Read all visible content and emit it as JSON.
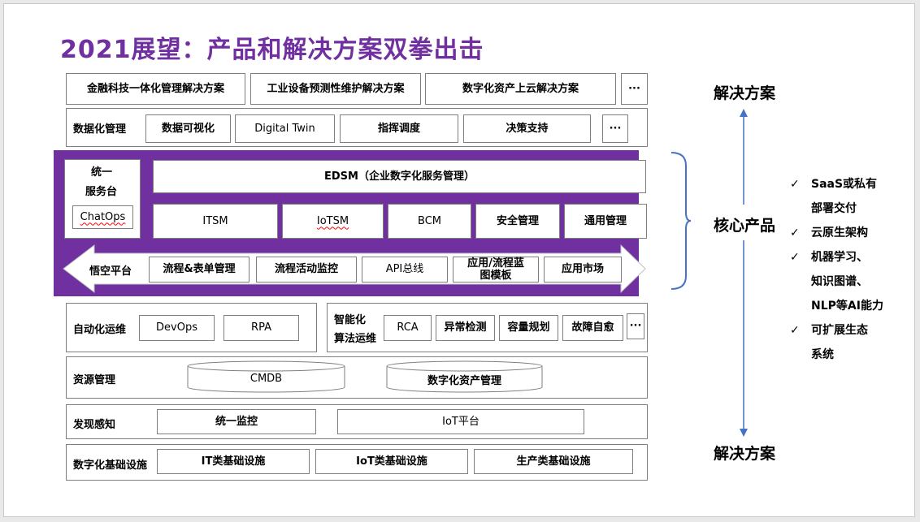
{
  "title": "2021展望：产品和解决方案双拳出击",
  "solutions_row": {
    "items": [
      "金融科技一体化管理解决方案",
      "工业设备预测性维护解决方案",
      "数字化资产上云解决方案"
    ],
    "more": "···"
  },
  "data_mgmt": {
    "label": "数据化管理",
    "items": [
      "数据可视化",
      "Digital Twin",
      "指挥调度",
      "决策支持"
    ],
    "more": "···"
  },
  "core": {
    "unified_label_line1": "统一",
    "unified_label_line2": "服务台",
    "chatops": "ChatOps",
    "edsm": "EDSM（企业数字化服务管理）",
    "modules": [
      "ITSM",
      "IoTSM",
      "BCM",
      "安全管理",
      "通用管理"
    ],
    "wukong_label": "悟空平台",
    "wukong_items": [
      "流程&表单管理",
      "流程活动监控",
      "API总线",
      "应用/流程蓝图模板",
      "应用市场"
    ],
    "wukong_item4_line1": "应用/流程蓝",
    "wukong_item4_line2": "图模板"
  },
  "automation": {
    "label": "自动化运维",
    "items": [
      "DevOps",
      "RPA"
    ]
  },
  "aiops": {
    "label_line1": "智能化",
    "label_line2": "算法运维",
    "items": [
      "RCA",
      "异常检测",
      "容量规划",
      "故障自愈"
    ],
    "more": "···"
  },
  "resource": {
    "label": "资源管理",
    "items": [
      "CMDB",
      "数字化资产管理"
    ]
  },
  "discovery": {
    "label": "发现感知",
    "items": [
      "统一监控",
      "IoT平台"
    ]
  },
  "infra": {
    "label": "数字化基础设施",
    "items": [
      "IT类基础设施",
      "IoT类基础设施",
      "生产类基础设施"
    ]
  },
  "right": {
    "top": "解决方案",
    "middle": "核心产品",
    "bottom": "解决方案"
  },
  "features": [
    {
      "line1": "SaaS或私有",
      "line2": "部署交付"
    },
    {
      "line1": "云原生架构",
      "line2": ""
    },
    {
      "line1": "机器学习、",
      "line2": "知识图谱、"
    },
    {
      "line1": "NLP等AI能力",
      "line2": ""
    },
    {
      "line1": "可扩展生态",
      "line2": "系统"
    }
  ],
  "colors": {
    "accent": "#7030a0",
    "arrow": "#4472c4"
  }
}
